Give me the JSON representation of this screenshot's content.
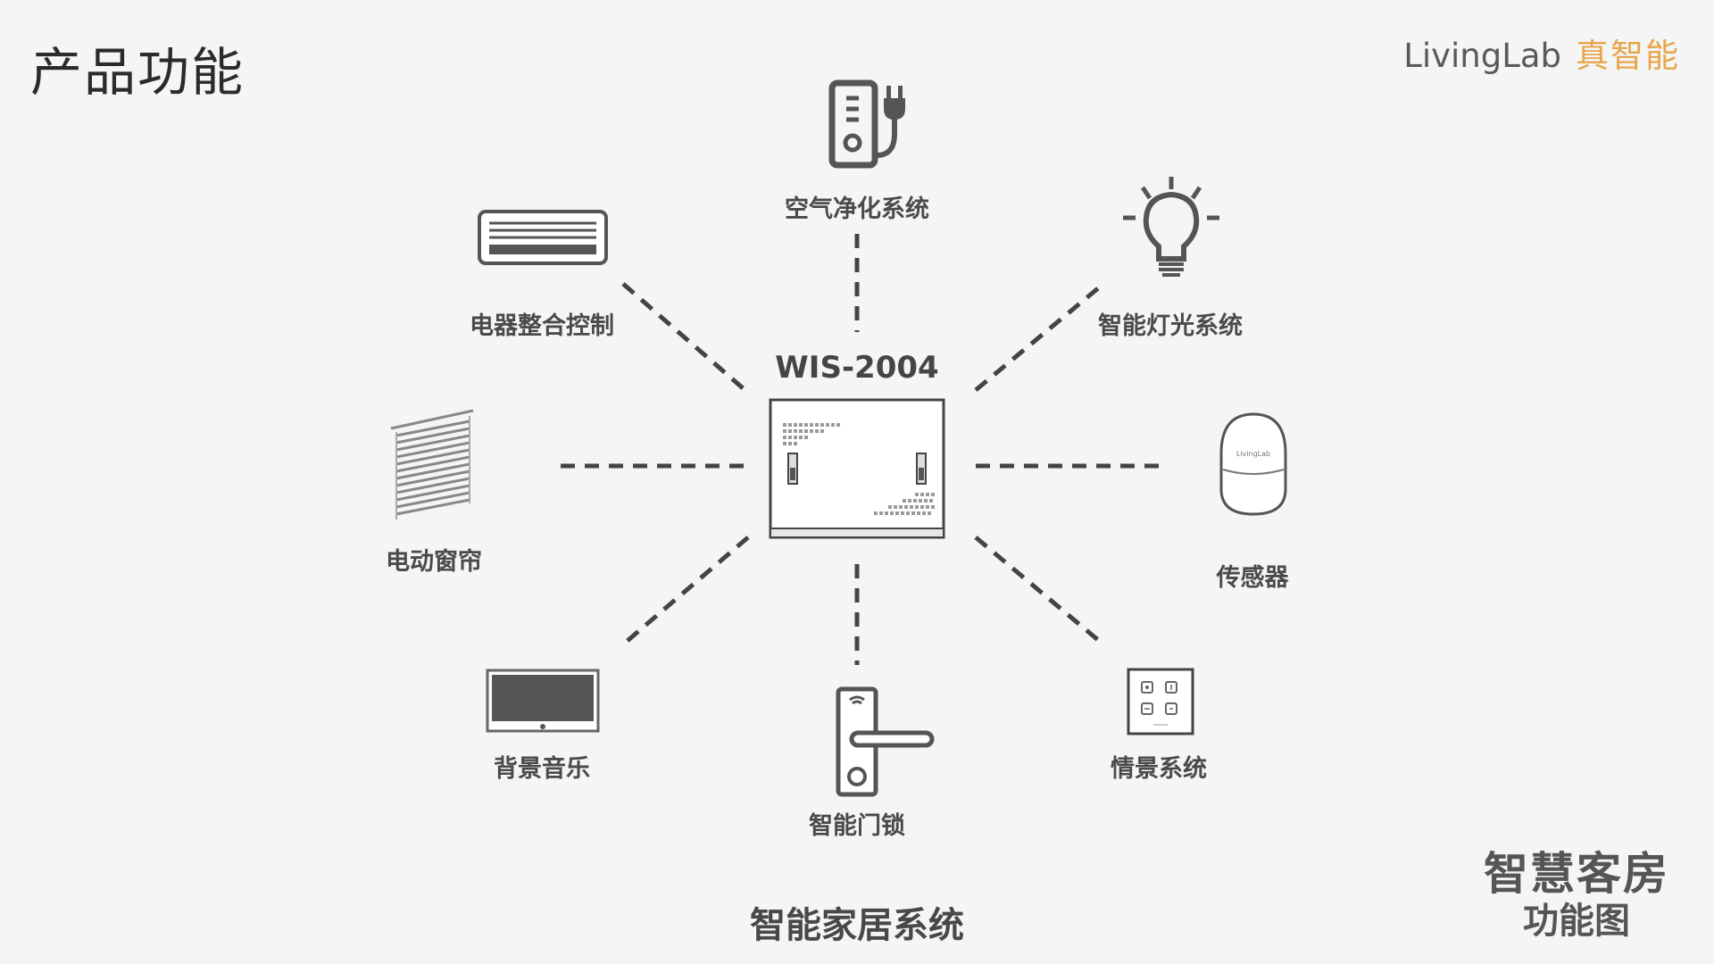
{
  "header": {
    "title": "产品功能",
    "brand_name": "LivingLab",
    "brand_tagline": "真智能"
  },
  "hub": {
    "model": "WIS-2004"
  },
  "devices": {
    "air_purifier": "空气净化系统",
    "appliance_control": "电器整合控制",
    "lighting": "智能灯光系统",
    "curtain": "电动窗帘",
    "sensor": "传感器",
    "sensor_brand": "LivingLab",
    "music": "背景音乐",
    "door_lock": "智能门锁",
    "scene": "情景系统"
  },
  "footer": {
    "system_title": "智能家居系统",
    "corner_line1": "智慧客房",
    "corner_line2": "功能图"
  },
  "colors": {
    "background": "#f4f6f5",
    "icon_dark": "#555555",
    "accent": "#e9a54c"
  }
}
